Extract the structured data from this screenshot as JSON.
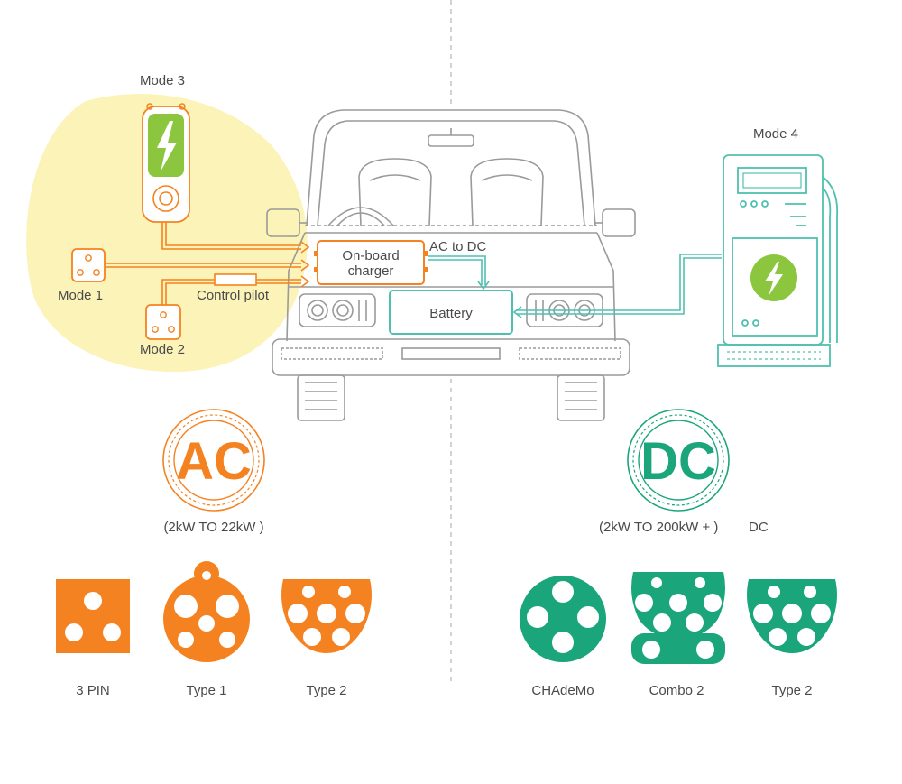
{
  "colors": {
    "orange": "#f58220",
    "teal": "#1aa57b",
    "teal_light": "#4fc0b0",
    "car": "#9a9a9a",
    "blob": "#fbf3b7",
    "green_bolt": "#8cc63f",
    "text": "#4a4a4a"
  },
  "labels": {
    "mode1": "Mode 1",
    "mode2": "Mode 2",
    "mode3": "Mode 3",
    "mode4": "Mode 4",
    "control_pilot": "Control pilot",
    "onboard_line1": "On-board",
    "onboard_line2": "charger",
    "ac_to_dc": "AC to DC",
    "battery": "Battery"
  },
  "ac": {
    "title": "AC",
    "range": "(2kW TO 22kW )",
    "connectors": [
      "3 PIN",
      "Type 1",
      "Type 2"
    ]
  },
  "dc": {
    "title": "DC",
    "range": "(2kW TO 200kW + )",
    "suffix": "DC",
    "connectors": [
      "CHAdeMo",
      "Combo 2",
      "Type 2"
    ]
  },
  "icons": {
    "mode3_charger": "wallbox-charger-icon",
    "mode4_charger": "dc-charging-station-icon",
    "socket": "three-pin-socket-icon",
    "bolt": "lightning-bolt-icon"
  }
}
